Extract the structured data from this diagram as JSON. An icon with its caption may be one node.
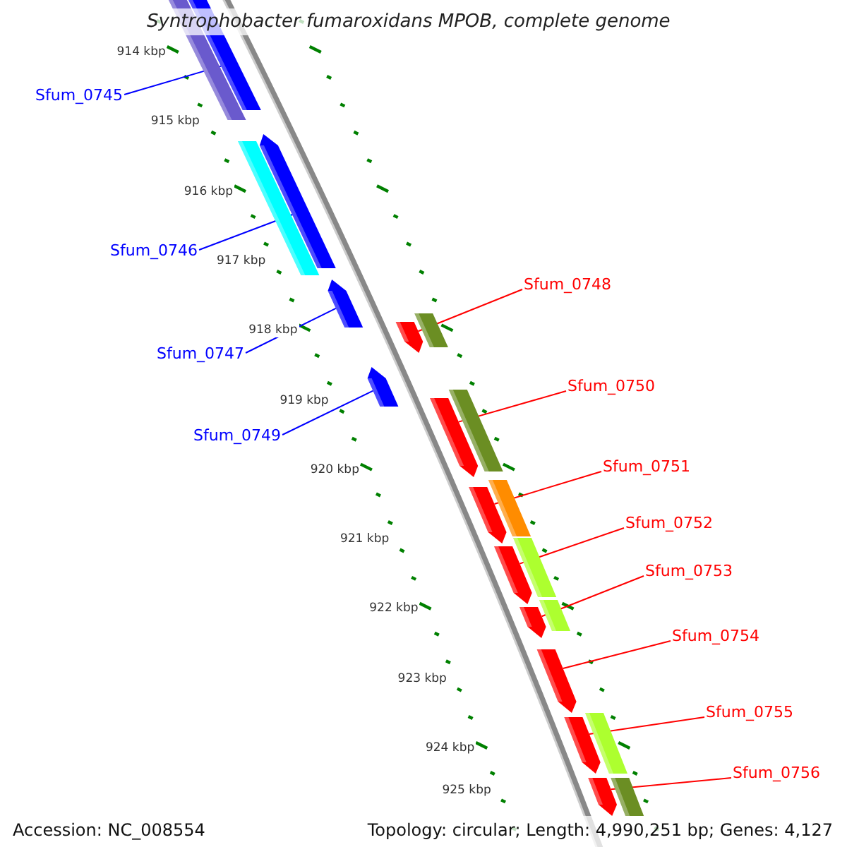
{
  "diagram": {
    "title": "Syntrophobacter fumaroxidans MPOB, complete genome",
    "nodes": [
      {
        "text": [
          "Sfum_0745"
        ]
      },
      {
        "text": [
          "Sfum_0746"
        ]
      },
      {
        "text": [
          "Sfum_0747"
        ]
      },
      {
        "text": [
          "Sfum_0748"
        ]
      },
      {
        "text": [
          "Sfum_0749"
        ]
      },
      {
        "text": [
          "Sfum_0750"
        ]
      },
      {
        "text": [
          "Sfum_0751"
        ]
      },
      {
        "text": [
          "Sfum_0752"
        ]
      },
      {
        "text": [
          "Sfum_0753"
        ]
      },
      {
        "text": [
          "Sfum_0754"
        ]
      },
      {
        "text": [
          "Sfum_0755"
        ]
      },
      {
        "text": [
          "Sfum_0756"
        ]
      },
      {
        "text": [],
        "shape": "bar"
      },
      {
        "text": [],
        "shape": "bar"
      },
      {
        "text": [],
        "shape": "bar"
      },
      {
        "text": [],
        "shape": "bar"
      },
      {
        "text": [],
        "shape": "bar"
      },
      {
        "text": [],
        "shape": "bar"
      },
      {
        "text": [],
        "shape": "bar"
      },
      {
        "text": [],
        "shape": "bar"
      },
      {
        "text": [],
        "shape": "bar"
      },
      {
        "text": [],
        "shape": "bar"
      },
      {
        "text": [],
        "shape": "bar"
      },
      {
        "text": [],
        "shape": "bar"
      }
    ],
    "edges": [
      {
        "from": 0,
        "to": 12,
        "arrow": "none",
        "color": "#0000ff"
      },
      {
        "from": 1,
        "to": 13,
        "arrow": "none",
        "color": "#0000ff"
      },
      {
        "from": 2,
        "to": 14,
        "arrow": "none",
        "color": "#0000ff"
      },
      {
        "from": 3,
        "to": 15,
        "arrow": "none",
        "color": "#ff0000"
      },
      {
        "from": 4,
        "to": 16,
        "arrow": "none",
        "color": "#0000ff"
      },
      {
        "from": 5,
        "to": 17,
        "arrow": "none",
        "color": "#ff0000"
      },
      {
        "from": 6,
        "to": 18,
        "arrow": "none",
        "color": "#ff0000"
      },
      {
        "from": 7,
        "to": 19,
        "arrow": "none",
        "color": "#ff0000"
      },
      {
        "from": 8,
        "to": 20,
        "arrow": "none",
        "color": "#ff0000"
      },
      {
        "from": 9,
        "to": 21,
        "arrow": "none",
        "color": "#ff0000"
      },
      {
        "from": 10,
        "to": 22,
        "arrow": "none",
        "color": "#ff0000"
      },
      {
        "from": 11,
        "to": 23,
        "arrow": "none",
        "color": "#ff0000"
      }
    ],
    "labels": [
      "914 kbp",
      "915 kbp",
      "916 kbp",
      "917 kbp",
      "918 kbp",
      "919 kbp",
      "920 kbp",
      "921 kbp",
      "922 kbp",
      "923 kbp",
      "924 kbp",
      "925 kbp",
      "Accession: NC_008554",
      "Topology: circular; Length: 4,990,251 bp; Genes: 4,127"
    ]
  }
}
